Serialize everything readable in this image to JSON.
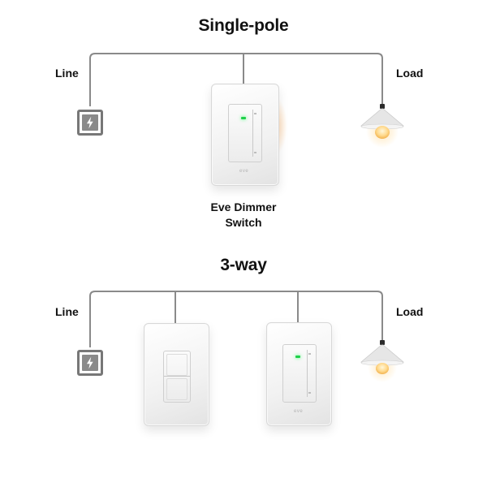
{
  "sections": {
    "single_pole": {
      "title": "Single-pole",
      "line_label": "Line",
      "load_label": "Load",
      "device_caption_line1": "Eve Dimmer",
      "device_caption_line2": "Switch",
      "brand": "eve"
    },
    "three_way": {
      "title": "3-way",
      "line_label": "Line",
      "load_label": "Load",
      "brand": "eve"
    }
  },
  "icons": {
    "power": "lightning-bolt-icon",
    "lamp": "pendant-lamp-icon"
  },
  "colors": {
    "wire": "#8a8a8a",
    "led": "#1fd04a",
    "bulb_glow": "#ffcf80"
  }
}
